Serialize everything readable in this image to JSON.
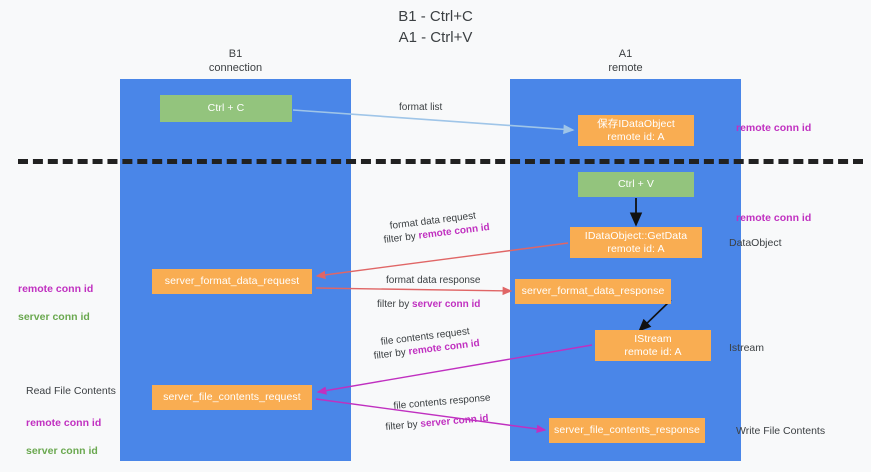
{
  "title": "B1 - Ctrl+C\nA1 - Ctrl+V",
  "columns": {
    "left": {
      "header": "B1\nconnection"
    },
    "right": {
      "header": "A1\nremote"
    }
  },
  "nodes": {
    "ctrl_c": "Ctrl + C",
    "save_idataobject": "保存IDataObject\nremote id: A",
    "ctrl_v": "Ctrl + V",
    "idataobject_getdata": "IDataObject::GetData\nremote id: A",
    "server_format_data_request": "server_format_data_request",
    "server_format_data_response": "server_format_data_response",
    "istream": "IStream\nremote id: A",
    "server_file_contents_request": "server_file_contents_request",
    "server_file_contents_response": "server_file_contents_response"
  },
  "edge_labels": {
    "format_list": "format list",
    "format_data_request": "format data request",
    "format_data_request_filter_prefix": "filter by ",
    "format_data_request_filter_key": "remote conn id",
    "format_data_response": "format data response",
    "format_data_response_filter_prefix": "filter by ",
    "format_data_response_filter_key": "server conn id",
    "file_contents_request": "file contents request",
    "file_contents_request_filter_prefix": "filter by ",
    "file_contents_request_filter_key": "remote conn id",
    "file_contents_response": "file contents response",
    "file_contents_response_filter_prefix": "filter by ",
    "file_contents_response_filter_key": "server conn id"
  },
  "annotations": {
    "right_remote_conn_id_top": "remote conn id",
    "right_remote_conn_id_mid": "remote conn id",
    "right_dataobject": "DataObject",
    "right_istream": "Istream",
    "right_write_file_contents": "Write File Contents",
    "left_remote_conn_id": "remote conn id",
    "left_server_conn_id": "server conn id",
    "left_read_file_contents": "Read File Contents",
    "left_remote_conn_id_2": "remote conn id",
    "left_server_conn_id_2": "server conn id"
  },
  "colors": {
    "background": "#f8f9fa",
    "lane": "#4a86e8",
    "green_node": "#93c47d",
    "orange_node": "#f9ad52",
    "divider": "#212121",
    "magenta": "#c030c0",
    "green_text": "#6aa84f",
    "arrow_blue": "#9fc5e8",
    "arrow_red": "#e06666",
    "arrow_magenta": "#c030c0",
    "arrow_black": "#000000"
  }
}
